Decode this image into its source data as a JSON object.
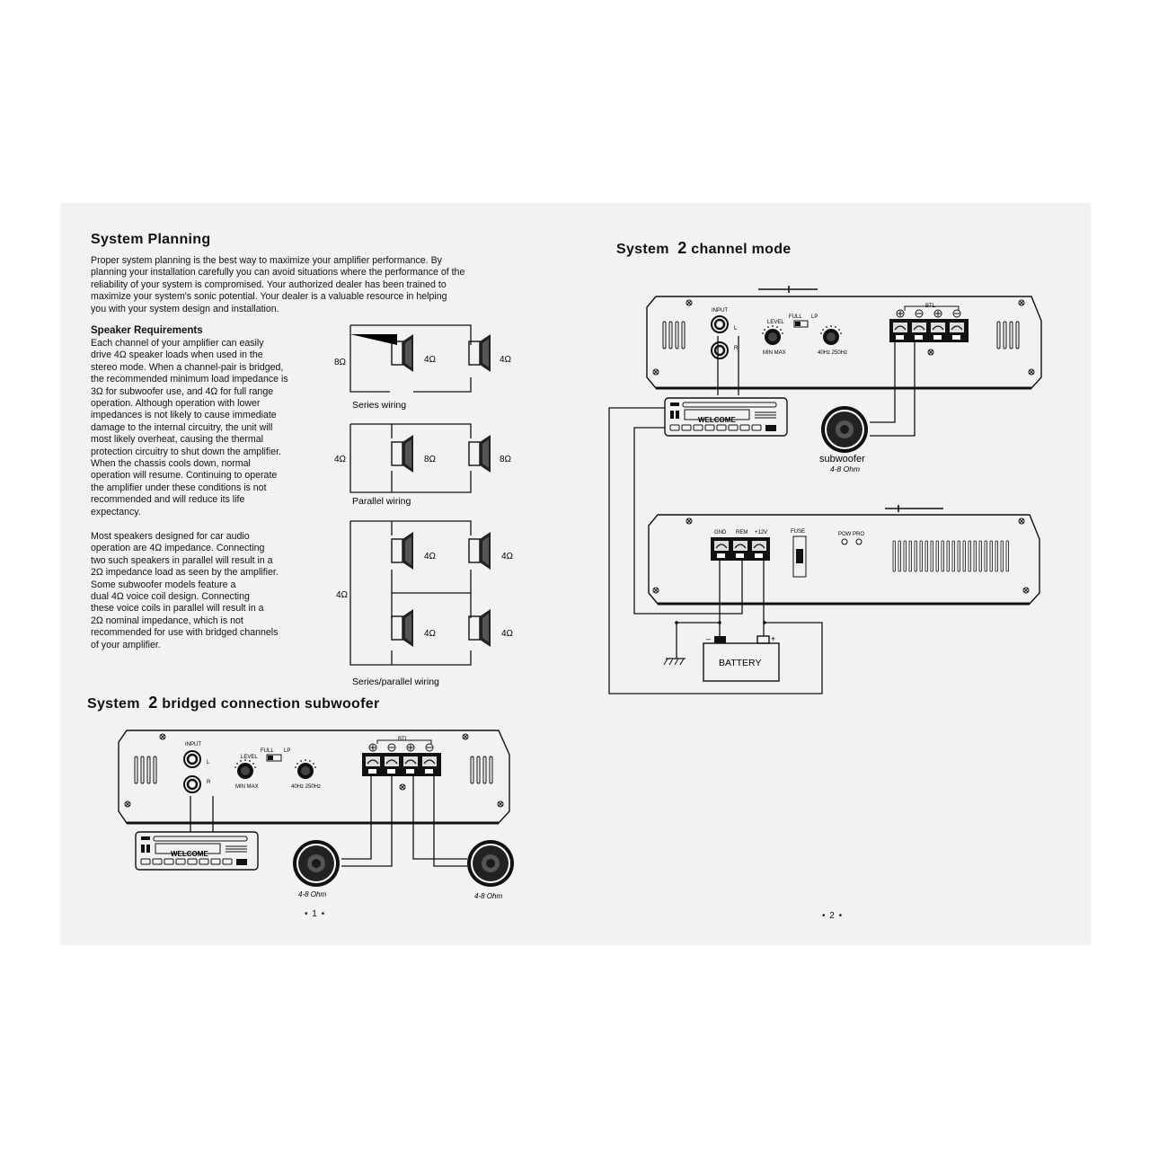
{
  "left_page": {
    "title": "System Planning",
    "intro_lines": [
      "Proper system planning is the best way to maximize your  amplifier performance. By",
      "planning your installation carefully you can avoid situations where the performance of the",
      "reliability of your system is compromised. Your authorized  dealer has been trained to",
      "maximize your system's sonic potential. Your  dealer is a valuable resource in helping",
      " you with your system design and installation."
    ],
    "speaker_heading": "Speaker Requirements",
    "speaker_lines": [
      "Each channel of your  amplifier can easily",
      "drive 4Ω  speaker loads when used  in the",
      "stereo mode. When a channel-pair is bridged,",
      "the recommended minimum load impedance is",
      "3Ω  for subwoofer use, and 4Ω  for full range",
      "operation. Although operation with lower",
      "impedances is not likely to cause immediate",
      "damage to the internal circuitry, the unit will",
      "most likely overheat, causing the thermal",
      "protection circuitry to shut down the amplifier.",
      "When the chassis cools down, normal",
      "operation will resume. Continuing to operate",
      " the amplifier under these conditions is not",
      "recommended and will reduce its life",
      "expectancy."
    ],
    "car_lines": [
      "Most speakers designed for car audio",
      "operation are 4Ω  impedance. Connecting",
      "two such speakers in parallel will result in a",
      "2Ω  impedance load as seen by the amplifier.",
      "Some  subwoofer models feature a",
      "dual 4Ω  voice coil design. Connecting",
      "these voice coils in parallel will result in a",
      "2Ω  nominal impedance, which is not",
      "recommended for use with bridged channels",
      "of your  amplifier."
    ],
    "series": {
      "caption": "Series wiring",
      "total": "8Ω",
      "spk1": "4Ω",
      "spk2": "4Ω"
    },
    "parallel": {
      "caption": "Parallel wiring",
      "total": "4Ω",
      "spk1": "8Ω",
      "spk2": "8Ω"
    },
    "series_parallel": {
      "caption": "Series/parallel wiring",
      "total": "4Ω",
      "spk1": "4Ω",
      "spk2": "4Ω",
      "spk3": "4Ω",
      "spk4": "4Ω"
    },
    "bridged_title": "bridged connection subwoofer",
    "page_number": "• 1 •"
  },
  "right_page": {
    "title": "channel mode",
    "subwoofer_label": "subwoofer",
    "subwoofer_ohm": "4-8 Ohm",
    "battery_label": "BATTERY",
    "page_number": "• 2 •"
  },
  "shared": {
    "system_word": "System",
    "number": "2"
  },
  "amplifier": {
    "input": "INPUT",
    "l": "L",
    "r": "R",
    "level": "LEVEL",
    "min_max": "MIN  MAX",
    "full": "FULL",
    "lp": "LP",
    "freq": "40Hz  250Hz",
    "btl": "BTL",
    "gnd": "GND",
    "rem": "REM",
    "plus12v": "+12V",
    "fuse": "FUSE",
    "pow_pro": "POW PRO",
    "headunit": "WELCOME"
  },
  "bridged": {
    "left_ohm": "4-8 Ohm",
    "right_ohm": "4-8 Ohm"
  }
}
